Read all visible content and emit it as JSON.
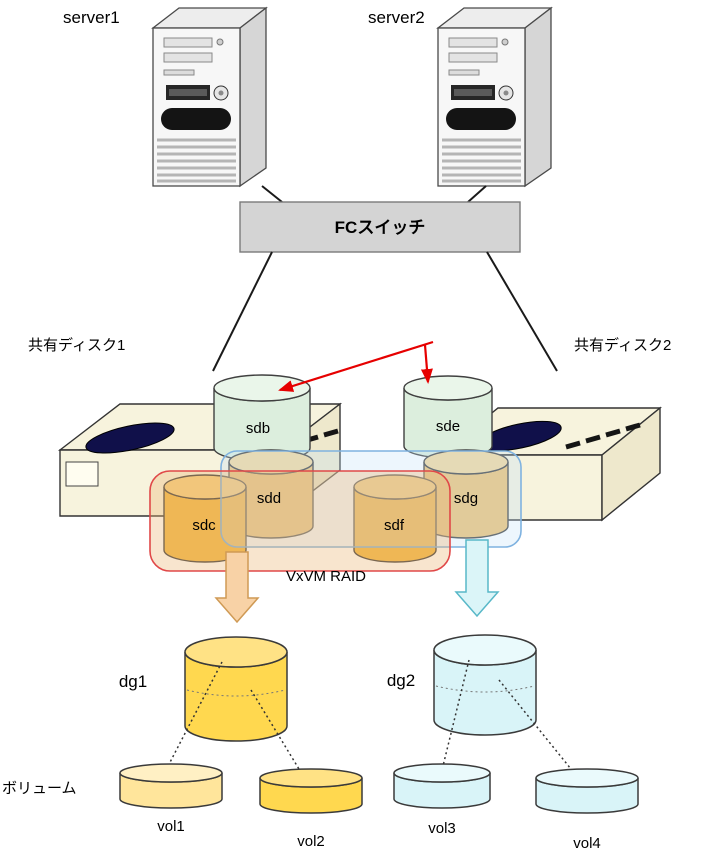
{
  "diagram": {
    "type": "storage-architecture",
    "servers": {
      "server1": "server1",
      "server2": "server2"
    },
    "fc_switch": {
      "label": "FCスイッチ"
    },
    "shared_disks": {
      "disk1_label": "共有ディスク1",
      "disk2_label": "共有ディスク2"
    },
    "physical_disks": {
      "sdb": "sdb",
      "sdc": "sdc",
      "sdd": "sdd",
      "sde": "sde",
      "sdf": "sdf",
      "sdg": "sdg"
    },
    "raid_label": "VxVM RAID",
    "disk_groups": {
      "dg1": "dg1",
      "dg2": "dg2"
    },
    "volume_caption": "ボリューム",
    "volumes": {
      "vol1": "vol1",
      "vol2": "vol2",
      "vol3": "vol3",
      "vol4": "vol4"
    },
    "connections": [
      "server1 - FCスイッチ",
      "server2 - FCスイッチ",
      "FCスイッチ - 共有ディスク1",
      "FCスイッチ - 共有ディスク2",
      "red-arrow - sdb",
      "red-arrow - sde",
      "dg1 - vol1",
      "dg1 - vol2",
      "dg2 - vol3",
      "dg2 - vol4"
    ],
    "colors": {
      "switch_fill": "#d4d4d4",
      "disk_green": "#dceedd",
      "disk_orange": "#f2b845",
      "dg1_yellow": "#ffd84f",
      "dg2_cyan": "#d9f4f8",
      "raid_group_border": "#e04848",
      "mirror_group_border": "#7fb2e0",
      "annotation_arrow_red": "#e60000"
    }
  }
}
